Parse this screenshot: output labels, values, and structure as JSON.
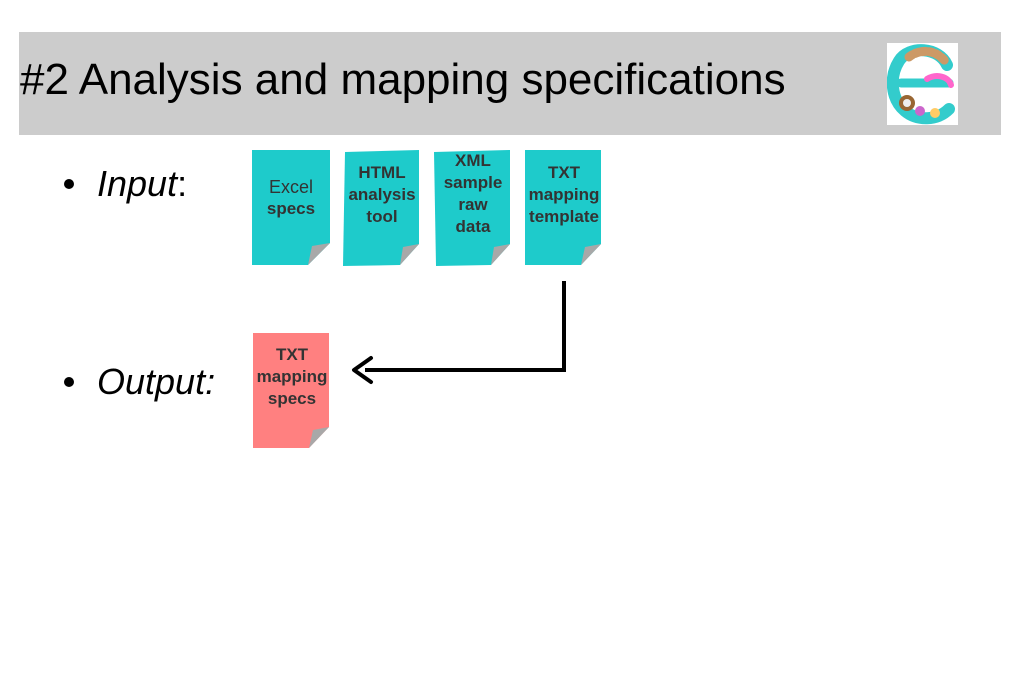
{
  "slide": {
    "title": "#2 Analysis and mapping specifications"
  },
  "logo": {
    "icon": "colorful-e-logo-icon",
    "colors": [
      "#33cccc",
      "#cc9966",
      "#ff66cc",
      "#996633"
    ]
  },
  "bullets": {
    "input_label": "Input",
    "input_colon": ":",
    "output_label": "Output:"
  },
  "colors": {
    "input_doc": "#1ecbcb",
    "output_doc": "#ff8080",
    "title_bar": "#cccccc"
  },
  "inputs": [
    {
      "line1": "Excel",
      "line2": "specs"
    },
    {
      "line1": "HTML",
      "line2": "analysis",
      "line3": "tool"
    },
    {
      "line1": "XML",
      "line2": "sample",
      "line3": "raw",
      "line4": "data"
    },
    {
      "line1": "TXT",
      "line2": "mapping",
      "line3": "template"
    }
  ],
  "output": {
    "line1": "TXT",
    "line2": "mapping",
    "line3": "specs"
  }
}
